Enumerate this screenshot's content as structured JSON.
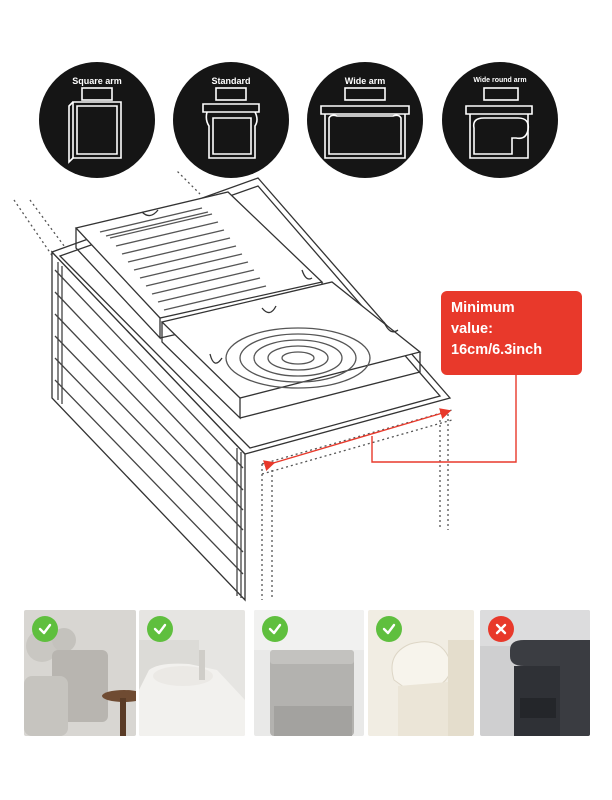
{
  "arm_types": [
    {
      "label": "Square arm",
      "icon": "square-arm-icon"
    },
    {
      "label": "Standard",
      "icon": "standard-arm-icon"
    },
    {
      "label": "Wide arm",
      "icon": "wide-arm-icon"
    },
    {
      "label": "Wide round arm",
      "icon": "wide-round-arm-icon"
    }
  ],
  "callout": {
    "line1": "Minimum",
    "line2": "value:",
    "line3": "16cm/6.3inch"
  },
  "colors": {
    "accent": "#e8392b",
    "ok": "#5fbf3e",
    "circle": "#151515"
  },
  "examples": [
    {
      "status": "ok",
      "icon": "check-icon"
    },
    {
      "status": "ok",
      "icon": "check-icon"
    },
    {
      "status": "ok",
      "icon": "check-icon"
    },
    {
      "status": "ok",
      "icon": "check-icon"
    },
    {
      "status": "no",
      "icon": "cross-icon"
    }
  ]
}
